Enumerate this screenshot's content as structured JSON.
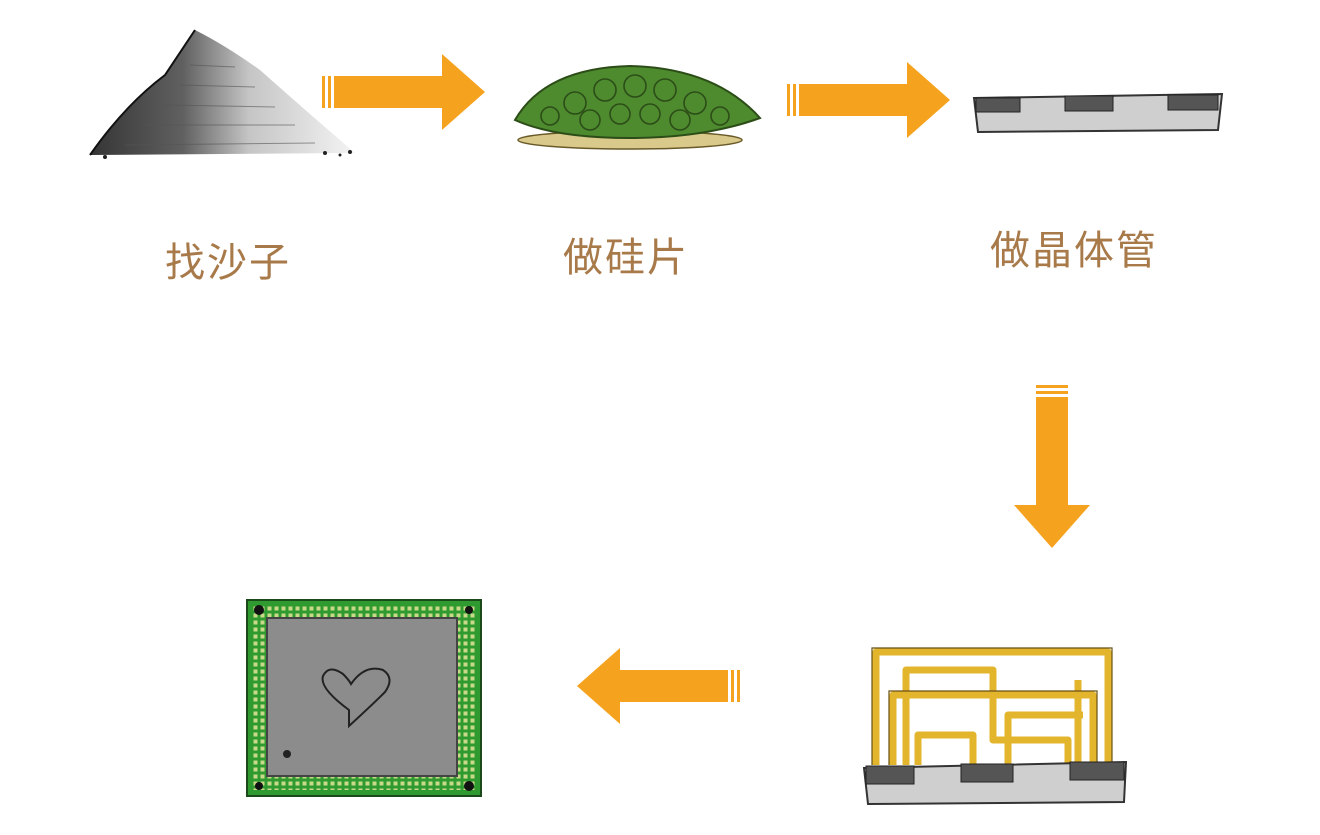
{
  "steps": [
    {
      "label": "找沙子",
      "icon": "sand-pile-icon"
    },
    {
      "label": "做硅片",
      "icon": "silicon-wafer-icon"
    },
    {
      "label": "做晶体管",
      "icon": "transistor-icon"
    },
    {
      "label": "",
      "icon": "interconnect-layers-icon"
    },
    {
      "label": "",
      "icon": "chip-package-icon"
    }
  ],
  "colors": {
    "arrow": "#f5a21e",
    "label": "#a87a4a",
    "wafer": "#4e8a2e",
    "pcb": "#2f9a2f",
    "die": "#8c8c8c",
    "gold": "#e3b52c",
    "substrate": "#c9c9c9",
    "gate": "#555555"
  }
}
